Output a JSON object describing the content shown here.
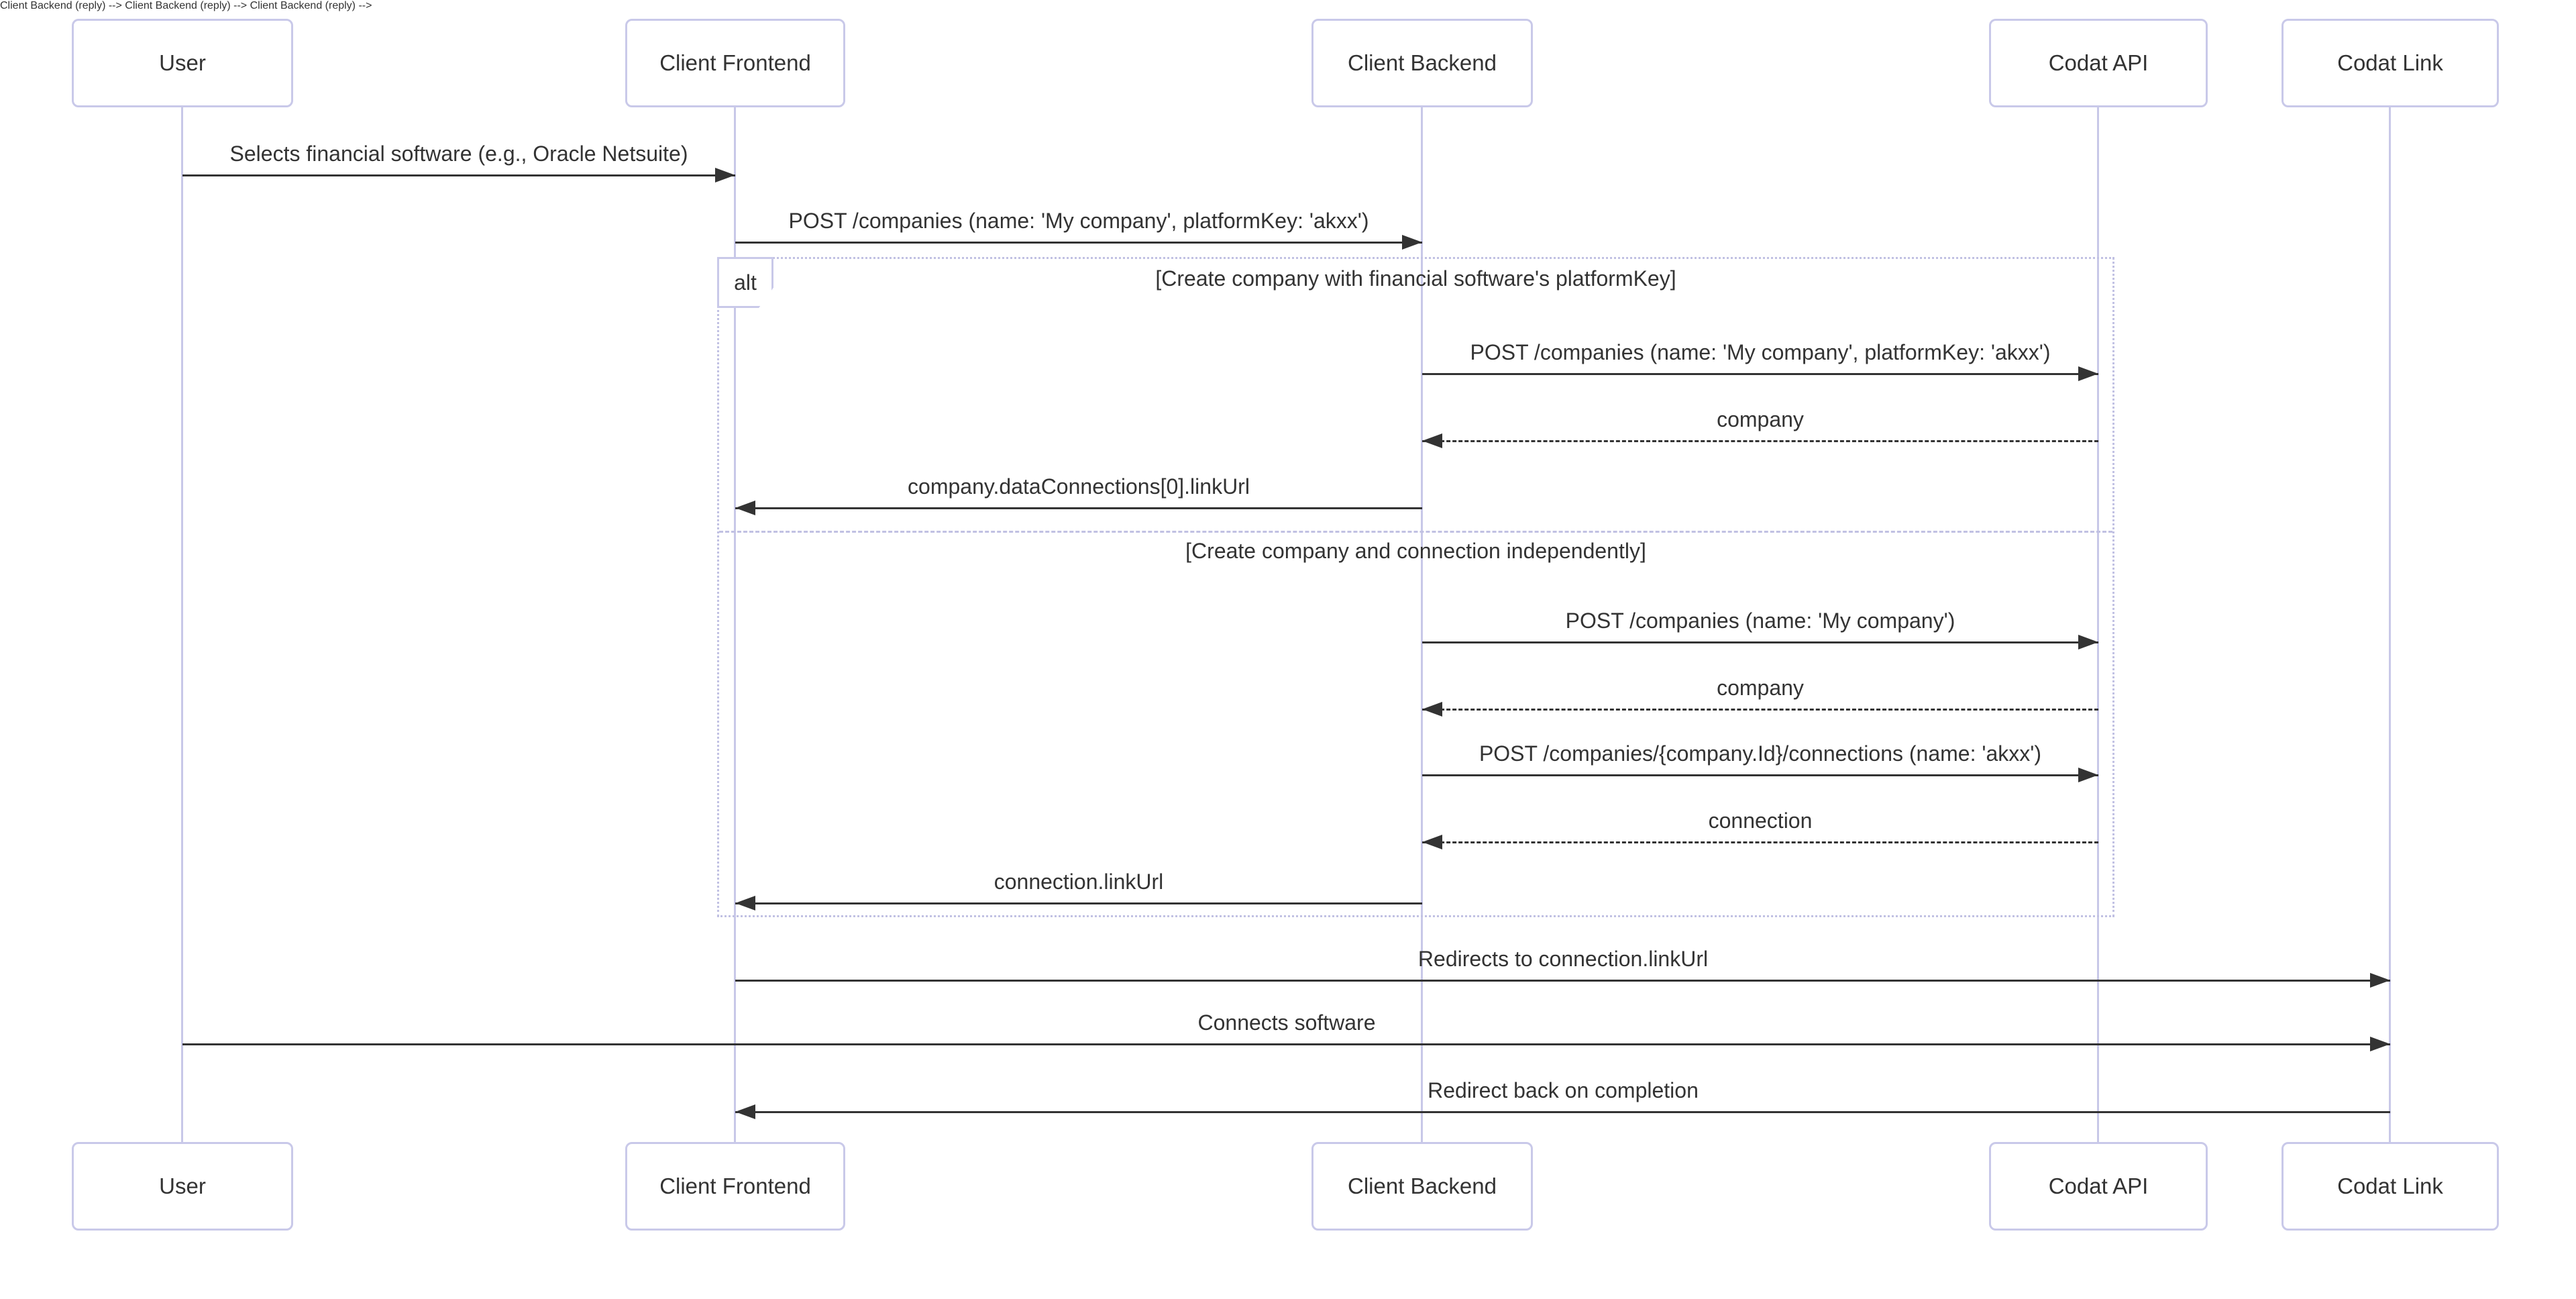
{
  "diagram": {
    "type": "sequence",
    "actors": [
      "User",
      "Client Frontend",
      "Client Backend",
      "Codat API",
      "Codat Link"
    ],
    "alt": {
      "label": "alt",
      "branch1_condition": "[Create company with financial software's platformKey]",
      "branch2_condition": "[Create company and connection independently]"
    },
    "messages": [
      {
        "from": "User",
        "to": "Client Frontend",
        "text": "Selects financial software (e.g., Oracle Netsuite)",
        "line": "solid"
      },
      {
        "from": "Client Frontend",
        "to": "Client Backend",
        "text": "POST /companies (name: 'My company', platformKey: 'akxx')",
        "line": "solid"
      },
      {
        "from": "Client Backend",
        "to": "Codat API",
        "text": "POST /companies (name: 'My company', platformKey: 'akxx')",
        "line": "solid"
      },
      {
        "from": "Codat API",
        "to": "Client Backend",
        "text": "company",
        "line": "dashed"
      },
      {
        "from": "Client Backend",
        "to": "Client Frontend",
        "text": "company.dataConnections[0].linkUrl",
        "line": "solid"
      },
      {
        "from": "Client Backend",
        "to": "Codat API",
        "text": "POST /companies (name: 'My company')",
        "line": "solid"
      },
      {
        "from": "Codat API",
        "to": "Client Backend",
        "text": "company",
        "line": "dashed"
      },
      {
        "from": "Client Backend",
        "to": "Codat API",
        "text": "POST /companies/{company.Id}/connections (name: 'akxx')",
        "line": "solid"
      },
      {
        "from": "Codat API",
        "to": "Client Backend",
        "text": "connection",
        "line": "dashed"
      },
      {
        "from": "Client Backend",
        "to": "Client Frontend",
        "text": "connection.linkUrl",
        "line": "solid"
      },
      {
        "from": "Client Frontend",
        "to": "Codat Link",
        "text": "Redirects to connection.linkUrl",
        "line": "solid"
      },
      {
        "from": "User",
        "to": "Codat Link",
        "text": "Connects software",
        "line": "solid"
      },
      {
        "from": "Codat Link",
        "to": "Client Frontend",
        "text": "Redirect back on completion",
        "line": "solid"
      }
    ],
    "colors": {
      "background": "#ffffff",
      "actor_border": "#c9c9e9",
      "lifeline": "#c8c8e8",
      "frame_border": "#c1c1e3",
      "arrow": "#333333",
      "text": "#333333"
    }
  }
}
